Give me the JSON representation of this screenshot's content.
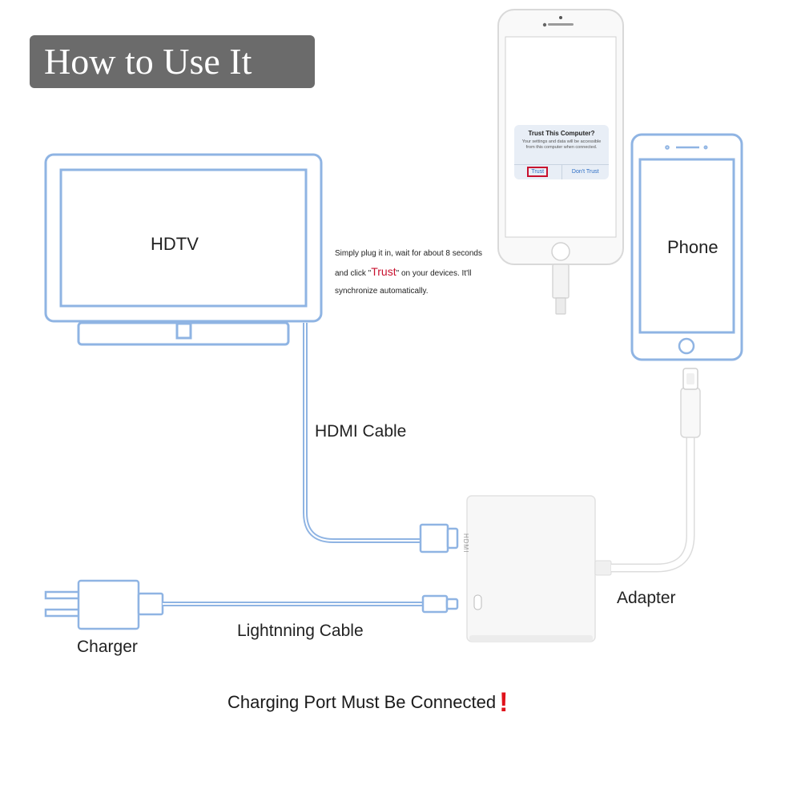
{
  "title": "How to Use It",
  "labels": {
    "hdtv": "HDTV",
    "phone": "Phone",
    "hdmi_cable": "HDMI Cable",
    "adapter": "Adapter",
    "charger": "Charger",
    "lightning_cable": "Lightnning Cable"
  },
  "instructions": {
    "line1": "Simply plug it in, wait for about 8 seconds",
    "line2_pre": "and click \"",
    "trust_word": "Trust",
    "line2_post": "\" on your devices. It'll",
    "line3": "synchronize automatically."
  },
  "trust_dialog": {
    "title": "Trust This Computer?",
    "body": "Your settings and data will be accessible from this computer when connected.",
    "trust_button": "Trust",
    "dont_trust_button": "Don't Trust"
  },
  "adapter_ports": {
    "hdmi": "HDMI"
  },
  "warning": {
    "text": "Charging Port Must Be Connected",
    "mark": "!"
  },
  "colors": {
    "outline_blue": "#8fb4e3",
    "badge_gray": "#6b6b6b",
    "trust_red": "#c8102e",
    "warning_red": "#e0121b"
  }
}
